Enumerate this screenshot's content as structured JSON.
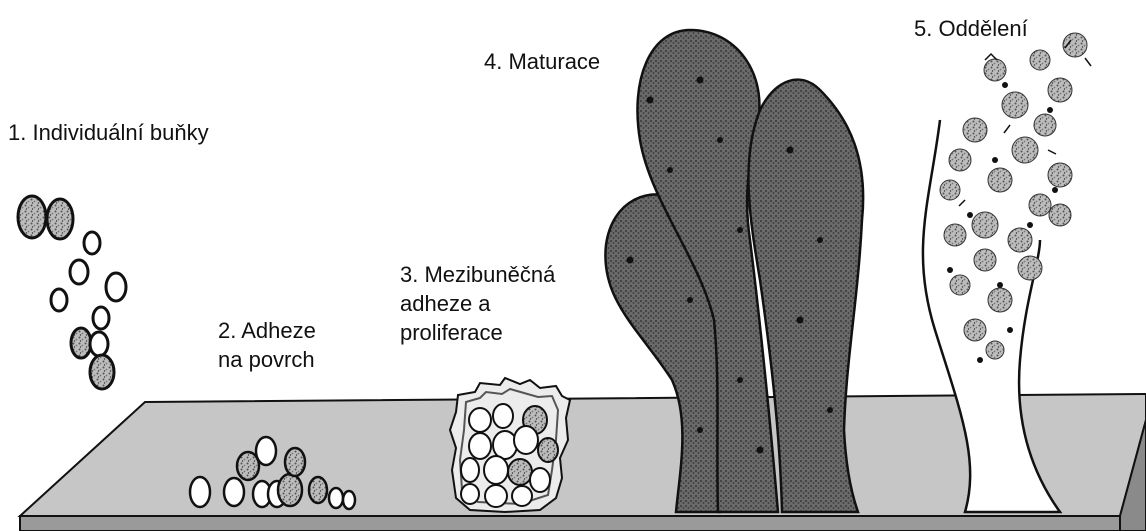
{
  "stages": {
    "stage1": "1. Individuální buňky",
    "stage2": [
      "2. Adheze",
      "na povrch"
    ],
    "stage3": [
      "3. Mezibuněčná",
      "adheze a",
      "proliferace"
    ],
    "stage4": "4. Maturace",
    "stage5": "5. Oddělení"
  },
  "colors": {
    "surface_top": "#c6c6c6",
    "surface_side": "#9a9a9a",
    "tower_fill": "#7a7a7a",
    "outline": "#111111"
  }
}
